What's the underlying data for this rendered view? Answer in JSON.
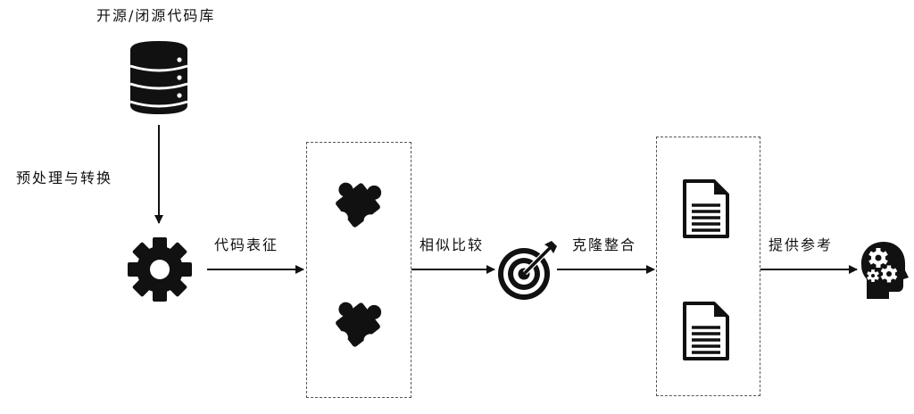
{
  "labels": {
    "source": "开源/闭源代码库",
    "preprocess": "预处理与转换",
    "representation": "代码表征",
    "similarity": "相似比较",
    "integration": "克隆整合",
    "reference": "提供参考"
  },
  "icons": {
    "source": "database-icon",
    "process": "gear-icon",
    "pieces": "puzzle-piece-icon",
    "compare": "target-icon",
    "documents": "document-icon",
    "output": "head-gears-icon"
  },
  "colors": {
    "stroke": "#111111",
    "box_border": "#555555"
  }
}
